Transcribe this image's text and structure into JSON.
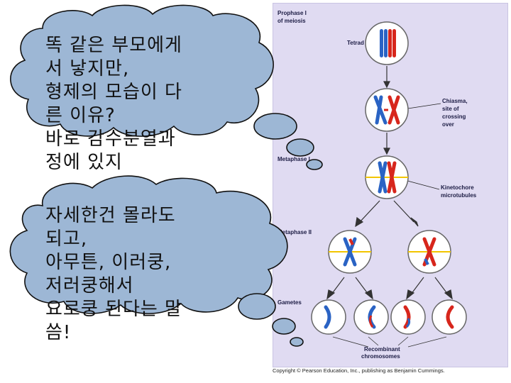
{
  "background_text": {
    "lines": [
      "똑 같은 부모에게",
      "서 낳지만,",
      "형제의 모습이 다",
      "른 이유?",
      "바로 감수분열과",
      "정에 있지"
    ]
  },
  "cloud_text": {
    "lines": [
      "자세한건 몰라도",
      "되고,",
      "아무튼, 이러쿵,",
      "저러쿵해서",
      "요로쿵 된다는 말",
      "씀!"
    ]
  },
  "figure": {
    "stage_labels": {
      "prophase_line1": "Prophase I",
      "prophase_line2": "of meiosis",
      "metaphase1": "Metaphase I",
      "metaphase2": "Metaphase II",
      "gametes": "Gametes"
    },
    "callouts": {
      "tetrad": "Tetrad",
      "chiasma_line1": "Chiasma,",
      "chiasma_line2": "site of",
      "chiasma_line3": "crossing",
      "chiasma_line4": "over",
      "kinetochore_line1": "Kinetochore",
      "kinetochore_line2": "microtubules",
      "recombinant_line1": "Recombinant",
      "recombinant_line2": "chromosomes"
    },
    "copyright": "Copyright © Pearson Education, Inc., publishing as Benjamin Cummings."
  },
  "colors": {
    "figure_bg": "#e0dbf2",
    "cloud_fill": "#9db7d5",
    "cloud_stroke": "#111111",
    "chromosome_red": "#d7261c",
    "chromosome_blue": "#2a63c4",
    "spindle_yellow": "#f2c500"
  }
}
